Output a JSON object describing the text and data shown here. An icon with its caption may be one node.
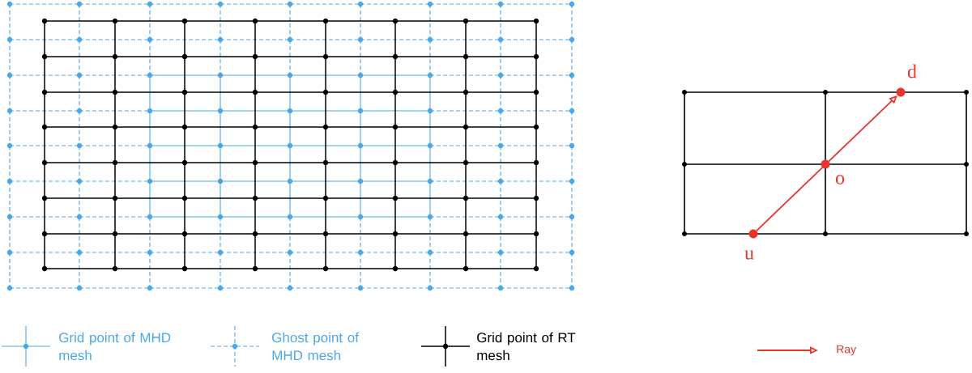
{
  "diagram": {
    "nodes": [
      {
        "text": [],
        "shape": "circle",
        "beside": [
          "u"
        ]
      },
      {
        "text": [],
        "shape": "circle",
        "beside": [
          "o"
        ]
      },
      {
        "text": [],
        "shape": "circle",
        "beside": [
          "d"
        ]
      }
    ],
    "edges": [
      {
        "from": 0,
        "to": 2,
        "arrow": "to"
      }
    ],
    "legend": [
      {
        "text": "Grid point of MHD mesh"
      },
      {
        "text": "Ghost point of MHD mesh"
      },
      {
        "text": "Grid point of RT mesh"
      },
      {
        "text": "Ray"
      }
    ]
  }
}
